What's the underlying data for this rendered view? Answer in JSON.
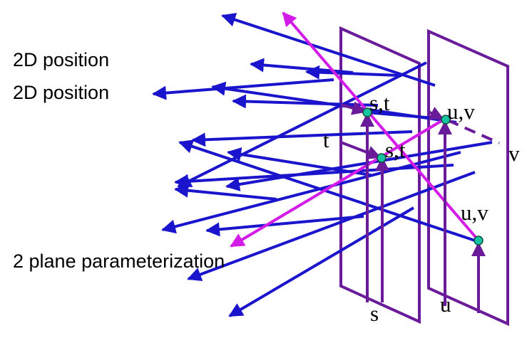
{
  "labels": {
    "line1": "2D position",
    "line2": "2D position",
    "line3": "2 plane parameterization"
  },
  "diagram_labels": {
    "st_upper": "s,t",
    "uv_upper": "u,v",
    "t_axis": "t",
    "st_lower": "s,t",
    "v_axis": "v",
    "uv_lower": "u,v",
    "s_axis": "s",
    "u_axis": "u"
  },
  "colors": {
    "ray": "#1a14cc",
    "highlight_ray": "#d41ce8",
    "plane": "#6a1b9a",
    "point": "#16c4a0",
    "point_outline": "#0a4f40",
    "text": "#000000"
  }
}
